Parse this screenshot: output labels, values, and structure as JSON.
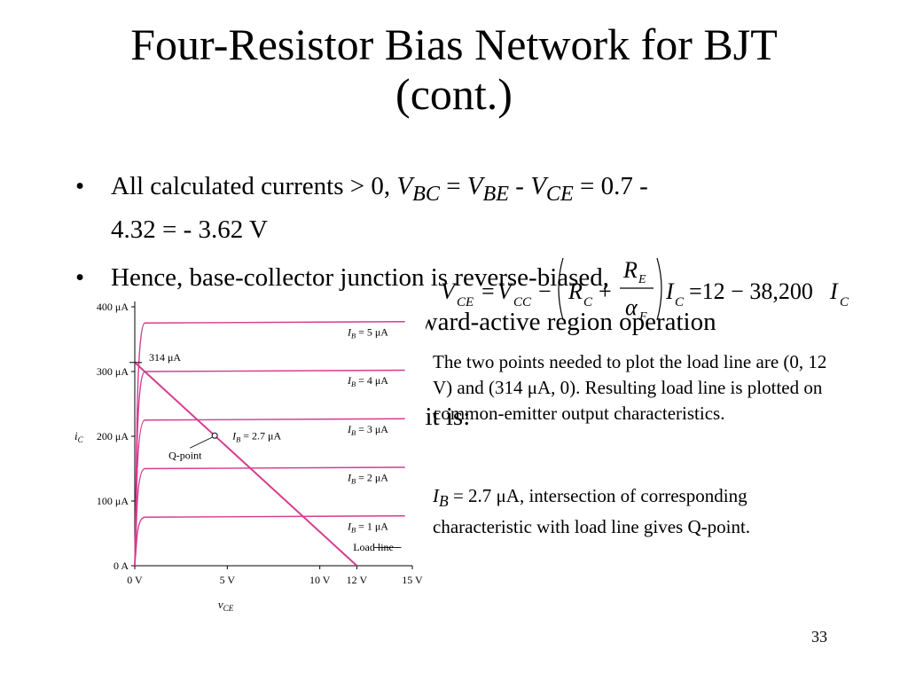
{
  "slide": {
    "title_line1": "Four-Resistor Bias Network for BJT",
    "title_line2": "(cont.)",
    "page_number": "33"
  },
  "bullets": {
    "b1_text1": "All calculated currents > 0, ",
    "b1_v": "V",
    "b1_sub_bc": "BC",
    "b1_eq1": " = ",
    "b1_sub_be": "BE",
    "b1_minus": " - ",
    "b1_sub_ce": "CE",
    "b1_tail": " = 0.7 -",
    "b1_line2": "4.32 = - 3.62 V",
    "b2_text": "Hence, base-collector junction is reverse-biased,",
    "b3_fragment": "rward-active region operation",
    "b4_fragment": "uit is:"
  },
  "equation": {
    "v": "V",
    "sub_ce": "CE",
    "eq_sign": "=",
    "sub_cc": "CC",
    "minus": "−",
    "r": "R",
    "sub_c": "C",
    "plus": "+",
    "r_e": "R",
    "sub_e": "E",
    "alpha": "α",
    "sub_f": "F",
    "i": "I",
    "rhs": "=12 − 38,200",
    "i2": "I",
    "sub_c2": "C"
  },
  "notes": {
    "p1": "The two points needed to plot the load line are (0, 12 V) and (314 μA, 0). Resulting load line is plotted on common-emitter output characteristics.",
    "p2_i": "I",
    "p2_sub": "B",
    "p2_rest": " = 2.7 μA, intersection of corresponding characteristic with load line gives Q-point."
  },
  "chart_data": {
    "type": "line",
    "xlabel": "v",
    "xlabel_sub": "CE",
    "ylabel": "i",
    "ylabel_sub": "C",
    "x_ticks": [
      "0 V",
      "5 V",
      "10 V",
      "12 V",
      "15 V"
    ],
    "x_tick_values": [
      0,
      5,
      10,
      12,
      15
    ],
    "y_ticks": [
      "0 A",
      "100 μA",
      "200 μA",
      "300 μA",
      "400 μA"
    ],
    "y_tick_values": [
      0,
      100,
      200,
      300,
      400
    ],
    "xlim": [
      0,
      15
    ],
    "ylim": [
      0,
      400
    ],
    "grid": false,
    "series": [
      {
        "name": "I_B = 5 μA",
        "label_i": "I",
        "label_sub": "B",
        "label_rest": " = 5 μA",
        "level": 375
      },
      {
        "name": "I_B = 4 μA",
        "label_i": "I",
        "label_sub": "B",
        "label_rest": " = 4 μA",
        "level": 300
      },
      {
        "name": "I_B = 3 μA",
        "label_i": "I",
        "label_sub": "B",
        "label_rest": " = 3 μA",
        "level": 225
      },
      {
        "name": "I_B = 2 μA",
        "label_i": "I",
        "label_sub": "B",
        "label_rest": " = 2 μA",
        "level": 150
      },
      {
        "name": "I_B = 1 μA",
        "label_i": "I",
        "label_sub": "B",
        "label_rest": " = 1 μA",
        "level": 75
      }
    ],
    "load_line": {
      "name": "Load line",
      "points": [
        [
          0,
          314
        ],
        [
          12,
          0
        ]
      ]
    },
    "annotations": {
      "intercept_label": "314 μA",
      "q_point_label": "Q-point",
      "q_ib_i": "I",
      "q_ib_sub": "B",
      "q_ib_rest": " = 2.7 μA",
      "q_point": [
        4.32,
        201
      ]
    },
    "colors": {
      "curves": "#d63b8f",
      "axes": "#000000"
    }
  }
}
